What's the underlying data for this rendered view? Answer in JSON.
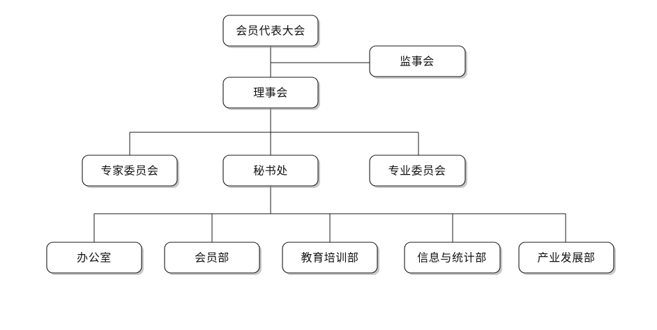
{
  "diagram": {
    "type": "organization-chart",
    "orientation": "top-down",
    "background_color": "#ffffff",
    "box_fill_color": "#ffffff",
    "box_border_color": "#1a1a1a",
    "connector_color": "#1a1a1a",
    "shadow_color": "#9a9a9a",
    "text_color": "#111111"
  },
  "nodes": {
    "assembly": {
      "label": "会员代表大会",
      "level": 1
    },
    "supervisors": {
      "label": "监事会",
      "level": 2
    },
    "council": {
      "label": "理事会",
      "level": 2
    },
    "expert_committee": {
      "label": "专家委员会",
      "level": 3
    },
    "secretariat": {
      "label": "秘书处",
      "level": 3
    },
    "professional_committee": {
      "label": "专业委员会",
      "level": 3
    },
    "office": {
      "label": "办公室",
      "level": 4
    },
    "membership_dept": {
      "label": "会员部",
      "level": 4
    },
    "education_training_dept": {
      "label": "教育培训部",
      "level": 4
    },
    "information_statistics_dept": {
      "label": "信息与统计部",
      "level": 4
    },
    "industry_development_dept": {
      "label": "产业发展部",
      "level": 4
    }
  },
  "rows": {
    "row1": [
      "会员代表大会"
    ],
    "row2": [
      "理事会",
      "监事会"
    ],
    "row3": [
      "专家委员会",
      "秘书处",
      "专业委员会"
    ],
    "row4": [
      "办公室",
      "会员部",
      "教育培训部",
      "信息与统计部",
      "产业发展部"
    ]
  },
  "edges": [
    {
      "from": "会员代表大会",
      "to": "监事会"
    },
    {
      "from": "会员代表大会",
      "to": "理事会"
    },
    {
      "from": "理事会",
      "to": "专家委员会"
    },
    {
      "from": "理事会",
      "to": "秘书处"
    },
    {
      "from": "理事会",
      "to": "专业委员会"
    },
    {
      "from": "秘书处",
      "to": "办公室"
    },
    {
      "from": "秘书处",
      "to": "会员部"
    },
    {
      "from": "秘书处",
      "to": "教育培训部"
    },
    {
      "from": "秘书处",
      "to": "信息与统计部"
    },
    {
      "from": "秘书处",
      "to": "产业发展部"
    }
  ]
}
